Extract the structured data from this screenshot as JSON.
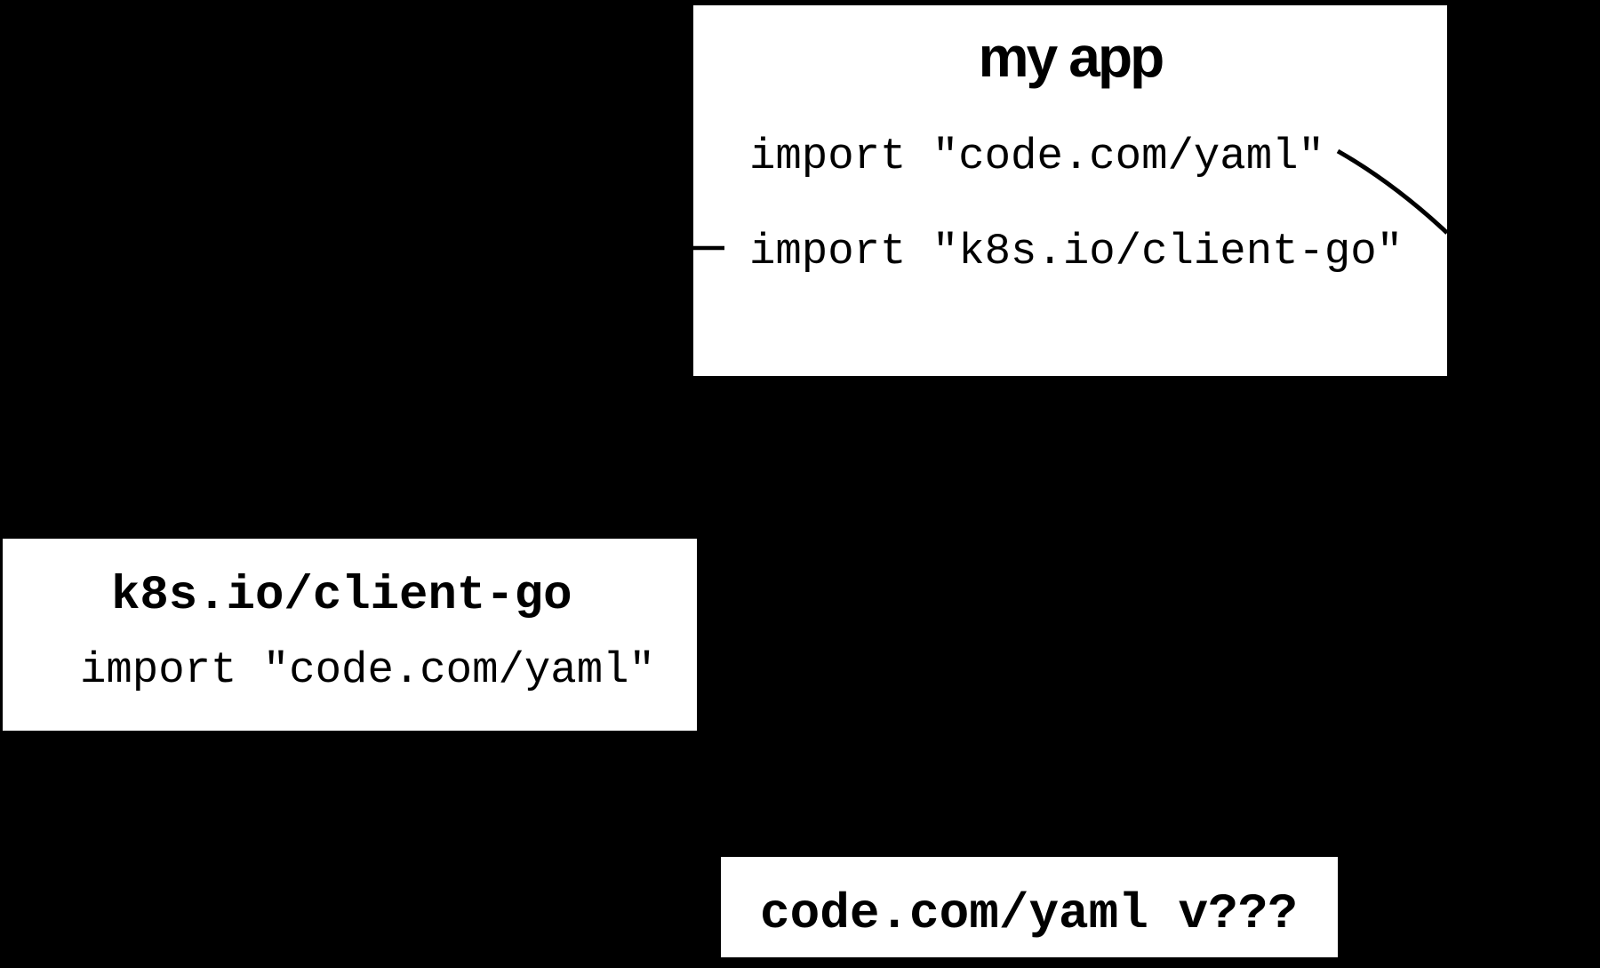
{
  "canvas": {
    "background_color": "#000000",
    "box_color": "#ffffff",
    "edge_color": "#000000"
  },
  "boxes": {
    "my_app": {
      "title": "my app",
      "imports": [
        "import \"code.com/yaml\"",
        "import \"k8s.io/client-go\""
      ]
    },
    "client_go": {
      "title": "k8s.io/client-go",
      "imports": [
        "import \"code.com/yaml\""
      ]
    },
    "yaml": {
      "title": "code.com/yaml v???"
    }
  },
  "edges": [
    {
      "name": "my-app-yaml-import-to-yaml-box",
      "visible_part": "diagonal segment leaving right edge of my app box"
    },
    {
      "name": "my-app-k8s-import-to-client-go-box",
      "visible_part": "short dash at left edge of my app box"
    }
  ]
}
